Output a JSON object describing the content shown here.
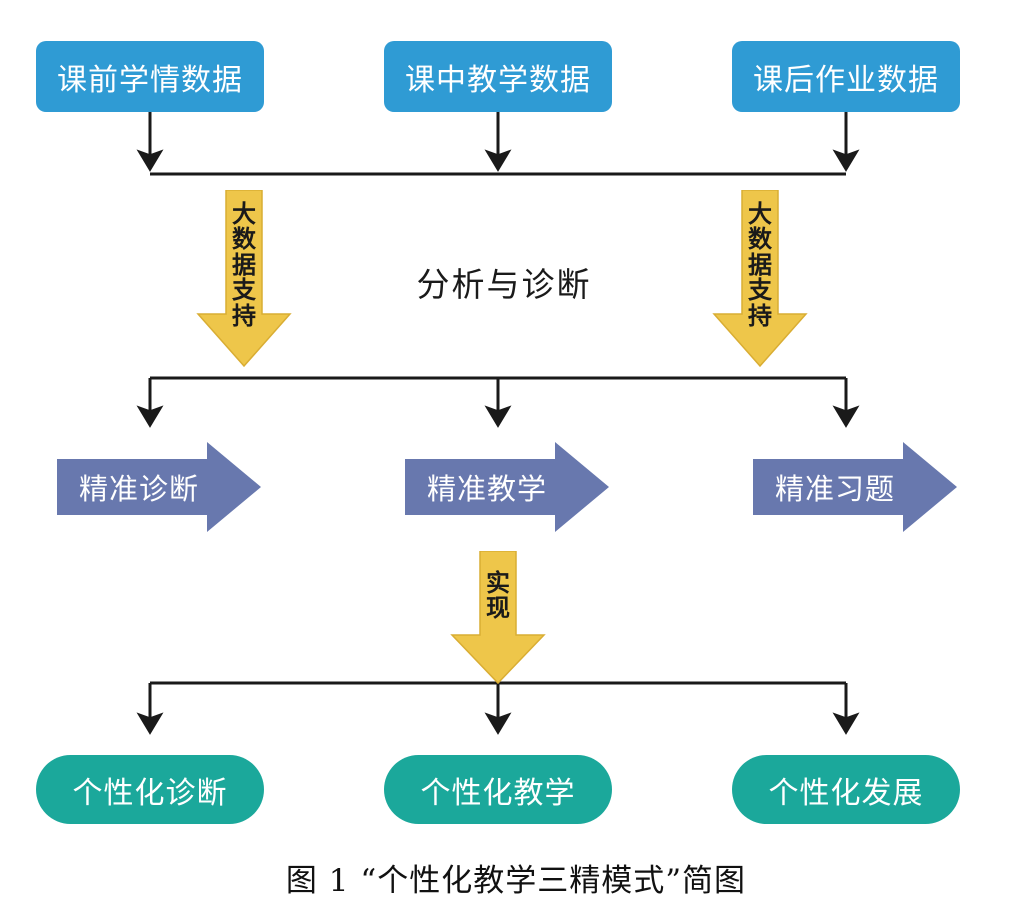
{
  "figure": {
    "caption": "图 1  “个性化教学三精模式”简图",
    "background": "#ffffff",
    "line_color": "#1a1a1a"
  },
  "palette": {
    "blue": "#2f9bd4",
    "yellow": "#eec64a",
    "yellow_stroke": "#d9ad33",
    "teal": "#1ba89b",
    "purple": "#6878ae",
    "text_light": "#ffffff",
    "text_dark": "#1a1a1a"
  },
  "sources": [
    {
      "label": "课前学情数据"
    },
    {
      "label": "课中教学数据"
    },
    {
      "label": "课后作业数据"
    }
  ],
  "support_arrows": [
    {
      "label": "大数据支持",
      "chars": [
        "大",
        "数",
        "据",
        "支",
        "持"
      ]
    },
    {
      "label": "大数据支持",
      "chars": [
        "大",
        "数",
        "据",
        "支",
        "持"
      ]
    }
  ],
  "center": {
    "label": "分析与诊断"
  },
  "precision_stages": [
    {
      "label": "精准诊断"
    },
    {
      "label": "精准教学"
    },
    {
      "label": "精准习题"
    }
  ],
  "realize_arrow": {
    "label": "实现",
    "chars": [
      "实",
      "现"
    ]
  },
  "outcomes": [
    {
      "label": "个性化诊断"
    },
    {
      "label": "个性化教学"
    },
    {
      "label": "个性化发展"
    }
  ]
}
